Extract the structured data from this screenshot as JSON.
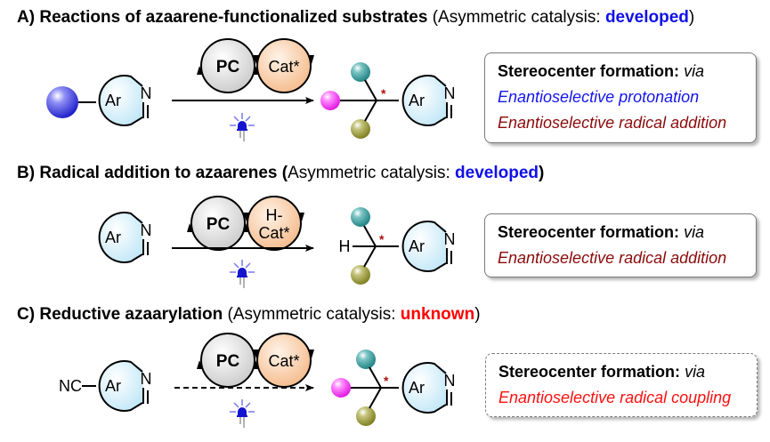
{
  "colors": {
    "developed": "#1010e8",
    "unknown": "#ff0000",
    "protonation": "#1515ee",
    "radical_addition": "#8b0a0a",
    "radical_coupling": "#ff1010",
    "stereo_star": "#b01010",
    "ring_fill": "#d6f0fb",
    "pc_fill": "#dcdcdc",
    "cat_fill": "#f8c9a0",
    "sphere_blue": "#2222dd",
    "sphere_magenta": "#ff22ff",
    "sphere_teal": "#1f8f8f",
    "sphere_olive": "#8a8a20",
    "led_blue": "#1515d0",
    "led_rays": "#7777ee"
  },
  "sections": [
    {
      "letter": "A)",
      "title": "Reactions of azaarene-functionalized substrates",
      "paren_open": "(Asymmetric catalysis: ",
      "status": "developed",
      "paren_close": ")",
      "substrate_label": "Ar",
      "substrate_het": "N",
      "substrate_group": "sphere",
      "catalysts": [
        "PC",
        "Cat*"
      ],
      "arrow_style": "solid",
      "product_label": "Ar",
      "product_het": "N",
      "stereo_mark": "*",
      "box": {
        "title": "Stereocenter formation:",
        "via": "via",
        "mechanisms": [
          "Enantioselective protonation",
          "Enantioselective radical addition"
        ]
      }
    },
    {
      "letter": "B)",
      "title": "Radical addition to azaarenes (",
      "paren_open": "Asymmetric catalysis: ",
      "status": "developed",
      "paren_close": ")",
      "substrate_label": "Ar",
      "substrate_het": "N",
      "catalysts": [
        "PC",
        "H-",
        "Cat*"
      ],
      "arrow_style": "solid",
      "product_label": "Ar",
      "product_het": "N",
      "product_h": "H",
      "stereo_mark": "*",
      "box": {
        "title": "Stereocenter formation:",
        "via": "via",
        "mechanisms": [
          "Enantioselective radical addition"
        ]
      }
    },
    {
      "letter": "C)",
      "title": "Reductive azaarylation",
      "paren_open": " (Asymmetric catalysis: ",
      "status": "unknown",
      "paren_close": ")",
      "substrate_label": "Ar",
      "substrate_het": "N",
      "substrate_group": "NC",
      "catalysts": [
        "PC",
        "Cat*"
      ],
      "arrow_style": "dashed",
      "product_label": "Ar",
      "product_het": "N",
      "stereo_mark": "*",
      "box": {
        "title": "Stereocenter formation:",
        "via": "via",
        "mechanisms": [
          "Enantioselective radical coupling"
        ]
      }
    }
  ]
}
